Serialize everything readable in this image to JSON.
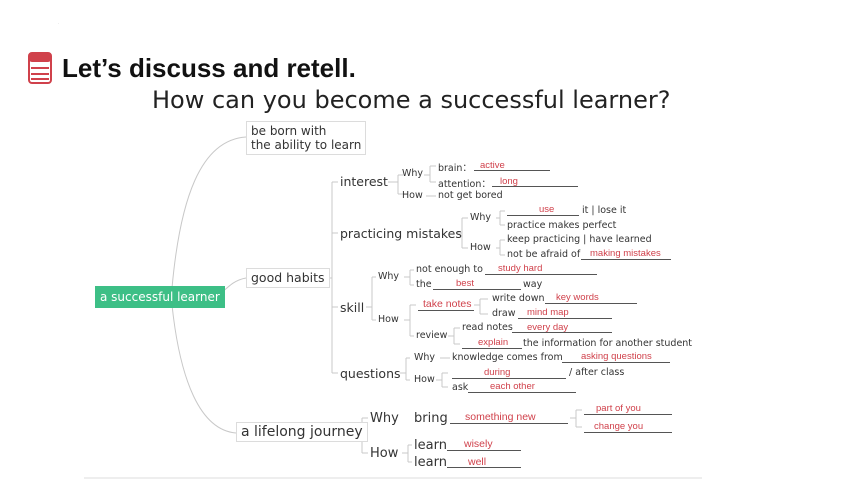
{
  "header": {
    "title": "Let’s discuss and retell.",
    "question": "How can you become a successful learner?",
    "accent": "#d0414b"
  },
  "mindmap": {
    "root": "a successful learner",
    "born": {
      "line1": "be born with",
      "line2": "the ability to learn"
    },
    "good_habits": "good habits",
    "interest": {
      "label": "interest",
      "why": "Why",
      "brain_label": "brain：",
      "brain_answer": "active",
      "attention_label": "attention：",
      "attention_answer": "long",
      "how": "How",
      "how_text": "not get bored"
    },
    "mistakes": {
      "label": "practicing mistakes",
      "why": "Why",
      "why_answer": "use",
      "why_suffix": "it | lose it",
      "why_line2": "practice makes perfect",
      "how": "How",
      "how_line1": "keep practicing | have learned",
      "how_line2": "not be afraid of",
      "how_answer": "making mistakes"
    },
    "skill": {
      "label": "skill",
      "why": "Why",
      "why_line1": "not enough to",
      "why_answer1": "study hard",
      "why_prefix2": "the",
      "why_answer2": "best",
      "why_suffix2": "way",
      "how": "How",
      "notes_answer": "take notes",
      "write_label": "write down",
      "write_answer": "key words",
      "draw_label": "draw",
      "draw_answer": "mind map",
      "review_label": "review",
      "read_label": "read notes",
      "read_answer": "every day",
      "explain_answer": "explain",
      "explain_suffix": "the information for another student"
    },
    "questions": {
      "label": "questions",
      "why": "Why",
      "why_text": "knowledge comes from",
      "why_answer": "asking questions",
      "how": "How",
      "during_answer": "during",
      "during_suffix": "/ after class",
      "ask_label": "ask",
      "ask_answer": "each other"
    },
    "journey": {
      "label": "a lifelong journey",
      "why": "Why",
      "bring_label": "bring",
      "bring_answer": "something new",
      "part_answer": "part of you",
      "change_answer": "change you",
      "how": "How",
      "learn1_label": "learn",
      "learn1_answer": "wisely",
      "learn2_label": "learn",
      "learn2_answer": "well"
    }
  }
}
